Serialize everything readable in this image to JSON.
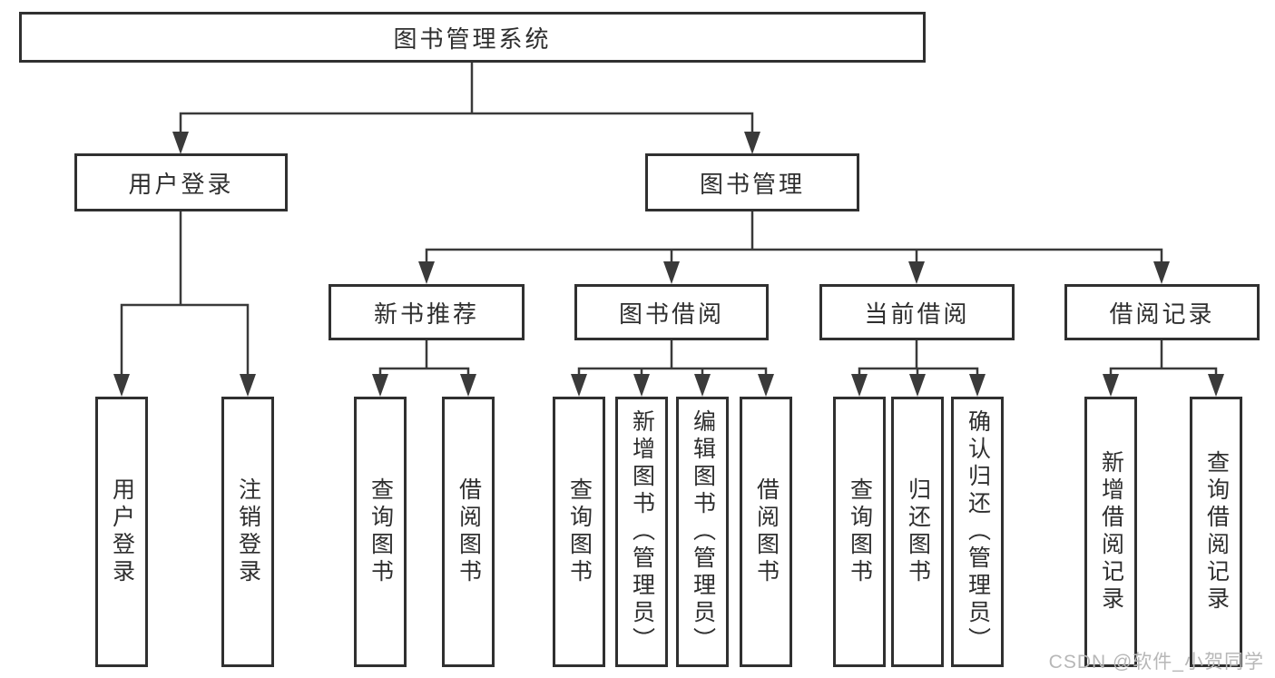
{
  "tree": {
    "root": {
      "label": "图书管理系统"
    },
    "branches": [
      {
        "label": "用户登录",
        "children": [
          {
            "label": "用户登录"
          },
          {
            "label": "注销登录"
          }
        ]
      },
      {
        "label": "图书管理",
        "children": [
          {
            "label": "新书推荐",
            "children": [
              {
                "label": "查询图书"
              },
              {
                "label": "借阅图书"
              }
            ]
          },
          {
            "label": "图书借阅",
            "children": [
              {
                "label": "查询图书"
              },
              {
                "label": "新增图书（管理员）"
              },
              {
                "label": "编辑图书（管理员）"
              },
              {
                "label": "借阅图书"
              }
            ]
          },
          {
            "label": "当前借阅",
            "children": [
              {
                "label": "查询图书"
              },
              {
                "label": "归还图书"
              },
              {
                "label": "确认归还（管理员）"
              }
            ]
          },
          {
            "label": "借阅记录",
            "children": [
              {
                "label": "新增借阅记录"
              },
              {
                "label": "查询借阅记录"
              }
            ]
          }
        ]
      }
    ]
  },
  "watermark": {
    "text": "CSDN @软件_小贺同学"
  },
  "colors": {
    "line": "#3a3a3a",
    "border": "#303030",
    "text": "#2e2e2e",
    "watermark": "#b7b7b7",
    "box_bg": "#ffffff"
  }
}
